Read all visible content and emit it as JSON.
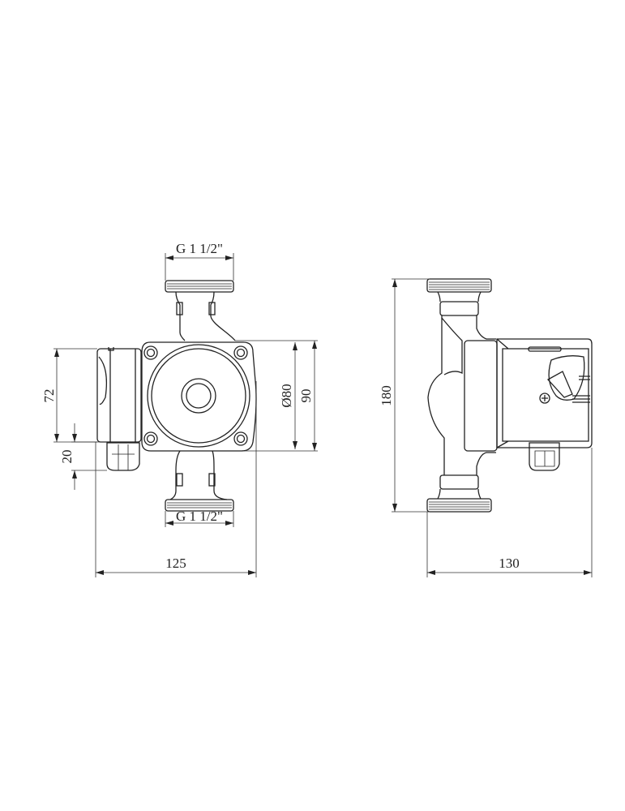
{
  "front_view": {
    "thread_top_label": "G 1 1/2\"",
    "thread_bottom_label": "G 1 1/2\"",
    "dim_motor_height": "72",
    "dim_gland": "20",
    "dim_diameter": "Ø80",
    "dim_body_height": "90",
    "dim_width": "125"
  },
  "side_view": {
    "dim_height": "180",
    "dim_depth": "130"
  },
  "colors": {
    "line": "#222222",
    "background": "#ffffff"
  }
}
